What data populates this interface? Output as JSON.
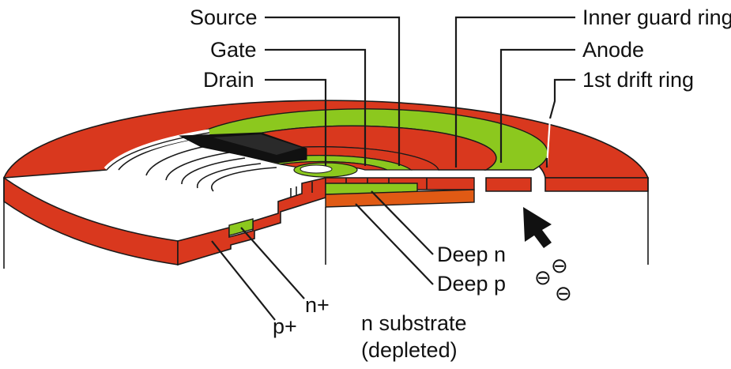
{
  "labels": {
    "source": "Source",
    "gate": "Gate",
    "drain": "Drain",
    "inner_guard_ring": "Inner guard ring",
    "anode": "Anode",
    "first_drift_ring": "1st drift ring",
    "deep_n": "Deep n",
    "deep_p": "Deep p",
    "n_plus": "n+",
    "p_plus": "p+",
    "n_substrate": "n substrate",
    "depleted": "(depleted)",
    "electron_symbol": "⊖"
  },
  "colors": {
    "p_implant_red": "#d9381e",
    "n_implant_green": "#8cc81e",
    "deep_p_orange": "#e05a14",
    "metal_black": "#111111",
    "background": "#ffffff"
  }
}
